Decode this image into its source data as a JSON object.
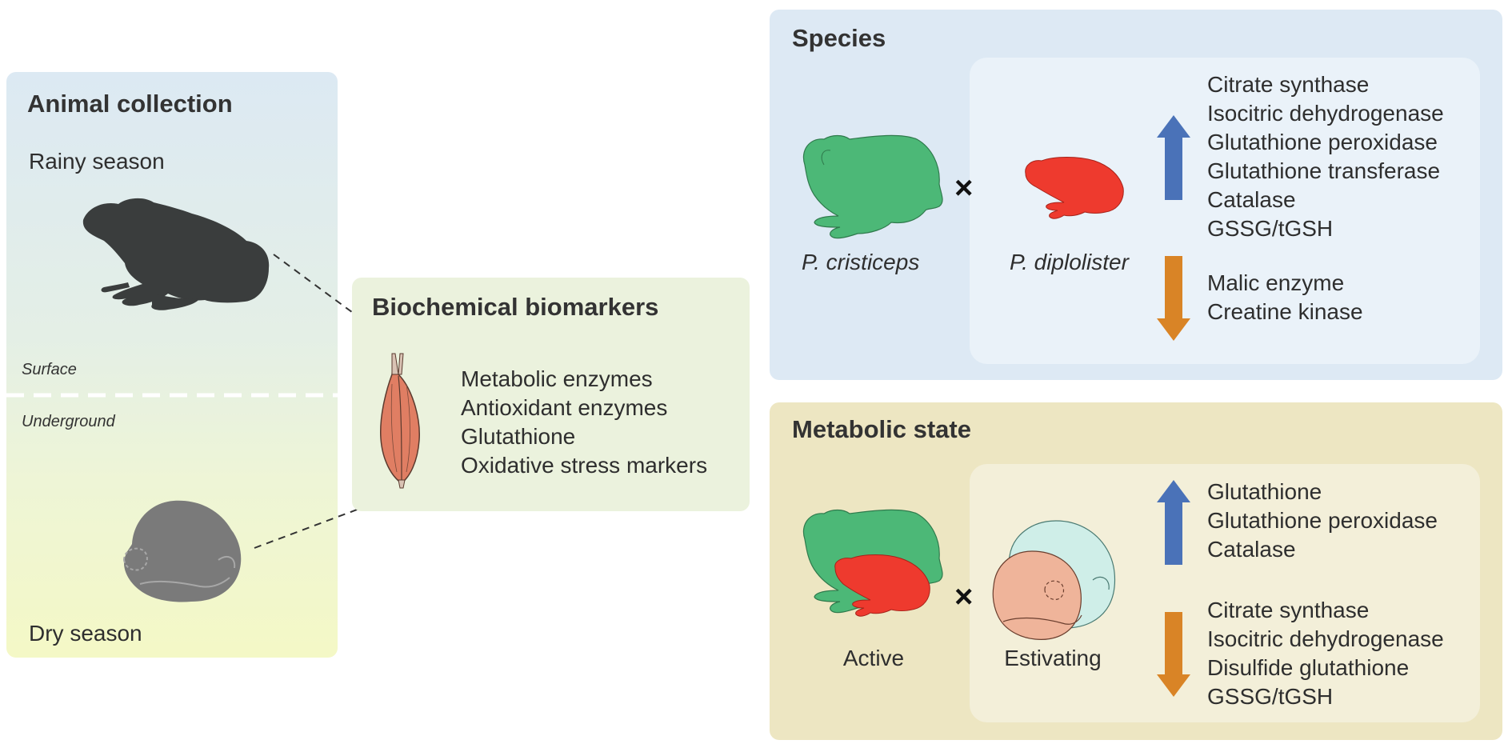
{
  "animal_collection": {
    "title": "Animal collection",
    "rainy": "Rainy season",
    "surface": "Surface",
    "underground": "Underground",
    "dry": "Dry season"
  },
  "biomarkers": {
    "title": "Biochemical biomarkers",
    "items": [
      "Metabolic enzymes",
      "Antioxidant enzymes",
      "Glutathione",
      "Oxidative stress markers"
    ]
  },
  "species": {
    "title": "Species",
    "label_a": "P. cristiceps",
    "label_b": "P. diplolister",
    "up": [
      "Citrate synthase",
      "Isocitric dehydrogenase",
      "Glutathione peroxidase",
      "Glutathione transferase",
      "Catalase",
      "GSSG/tGSH"
    ],
    "down": [
      "Malic enzyme",
      "Creatine kinase"
    ]
  },
  "metabolic": {
    "title": "Metabolic state",
    "label_a": "Active",
    "label_b": "Estivating",
    "up": [
      "Glutathione",
      "Glutathione peroxidase",
      "Catalase"
    ],
    "down": [
      "Citrate synthase",
      "Isocitric dehydrogenase",
      "Disulfide glutathione",
      "GSSG/tGSH"
    ]
  },
  "symbols": {
    "times": "×"
  },
  "colors": {
    "up_arrow": "#4a72b8",
    "down_arrow": "#d98426",
    "frog_green": "#4cb877",
    "frog_red": "#ee3a2e",
    "frog_dark": "#3a3d3d",
    "frog_gray": "#7a7a7a",
    "muscle": "#e07e63"
  }
}
